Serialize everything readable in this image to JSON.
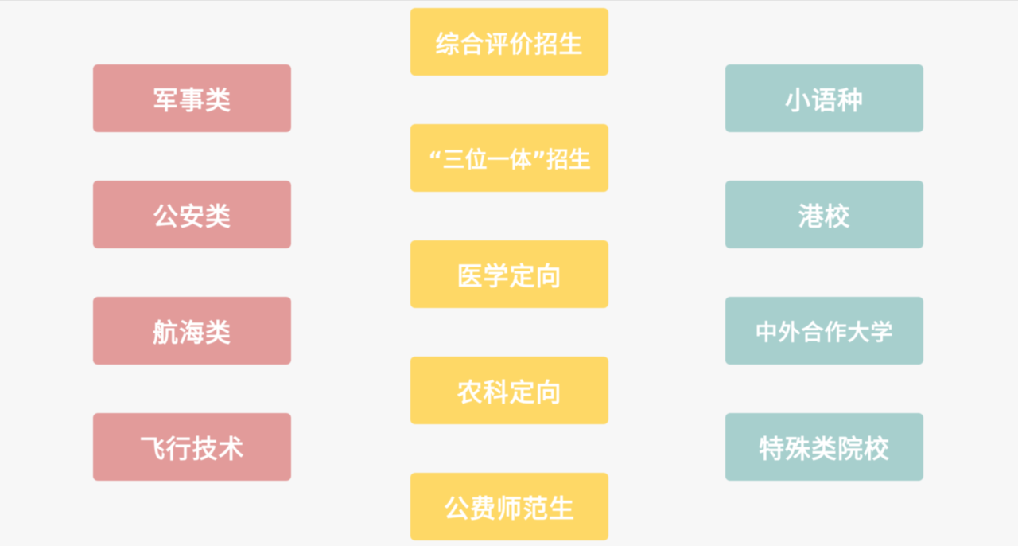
{
  "colors": {
    "left": "#e29b9a",
    "middle": "#fed866",
    "right": "#a7cfcd",
    "background": "#f7f7f7"
  },
  "left": [
    "军事类",
    "公安类",
    "航海类",
    "飞行技术"
  ],
  "middle": [
    "综合评价招生",
    "“三位一体”招生",
    "医学定向",
    "农科定向",
    "公费师范生"
  ],
  "right": [
    "小语种",
    "港校",
    "中外合作大学",
    "特殊类院校"
  ]
}
